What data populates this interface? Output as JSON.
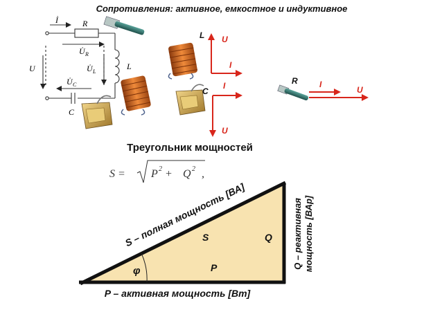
{
  "header": {
    "title": "Сопротивления: активное, емкостное и индуктивное"
  },
  "circuit": {
    "current": "İ",
    "resistor": "R",
    "voltage_r": "U̇",
    "voltage_r_sub": "R",
    "voltage_total": "U",
    "voltage_l": "U̇",
    "voltage_l_sub": "L",
    "inductor": "L",
    "voltage_c": "U̇",
    "voltage_c_sub": "C",
    "capacitor": "C"
  },
  "phasors": {
    "inductive": {
      "element": "L",
      "voltage": "U",
      "current": "I"
    },
    "capacitive": {
      "element": "C",
      "voltage": "U",
      "current": "I"
    },
    "resistive": {
      "element": "R",
      "voltage": "U",
      "current": "I"
    }
  },
  "power_triangle": {
    "heading": "Треугольник мощностей",
    "formula_lhs": "S = ",
    "formula_p": "P",
    "formula_plus": " + ",
    "formula_q": "Q",
    "formula_exp": "2",
    "formula_tail": ",",
    "hypotenuse_label": "S – полная мощность [ВА]",
    "base_label": "P – активная мощность [Вт]",
    "vertical_label_1": "Q – реактивная",
    "vertical_label_2": "мощность [ВАр]",
    "inner_s": "S",
    "inner_q": "Q",
    "inner_p": "P",
    "angle": "φ"
  },
  "colors": {
    "arrow_red": "#d8261b",
    "triangle_fill": "#f8e3b0",
    "coil_orange": "#d9681f",
    "capacitor_gold": "#c79c3a",
    "resistor_teal": "#2f6f6a"
  }
}
